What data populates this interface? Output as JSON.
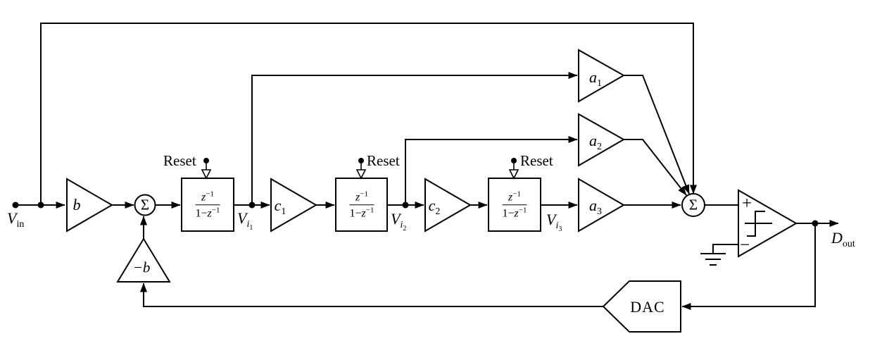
{
  "diagram": {
    "background": "#ffffff",
    "line_color": "#000000",
    "input": {
      "base": "V",
      "sub": "in"
    },
    "output": {
      "base": "D",
      "sub": "out"
    },
    "summer_symbol": "Σ",
    "gains": {
      "b": {
        "label": "b"
      },
      "neg_b": {
        "label": "−b"
      },
      "c1": {
        "base": "c",
        "sub": "1"
      },
      "c2": {
        "base": "c",
        "sub": "2"
      },
      "a1": {
        "base": "a",
        "sub": "1"
      },
      "a2": {
        "base": "a",
        "sub": "2"
      },
      "a3": {
        "base": "a",
        "sub": "3"
      }
    },
    "integrators": [
      {
        "reset_label": "Reset",
        "tf": {
          "num_base": "z",
          "num_sup": "−1",
          "den_pre": "1−",
          "den_base": "z",
          "den_sup": "−1"
        }
      },
      {
        "reset_label": "Reset",
        "tf": {
          "num_base": "z",
          "num_sup": "−1",
          "den_pre": "1−",
          "den_base": "z",
          "den_sup": "−1"
        }
      },
      {
        "reset_label": "Reset",
        "tf": {
          "num_base": "z",
          "num_sup": "−1",
          "den_pre": "1−",
          "den_base": "z",
          "den_sup": "−1"
        }
      }
    ],
    "nodes": {
      "vi1": {
        "base": "V",
        "sub": "i",
        "subsub": "1"
      },
      "vi2": {
        "base": "V",
        "sub": "i",
        "subsub": "2"
      },
      "vi3": {
        "base": "V",
        "sub": "i",
        "subsub": "3"
      }
    },
    "comparator": {
      "plus": "+",
      "minus": "−"
    },
    "dac": {
      "label": "DAC"
    }
  }
}
